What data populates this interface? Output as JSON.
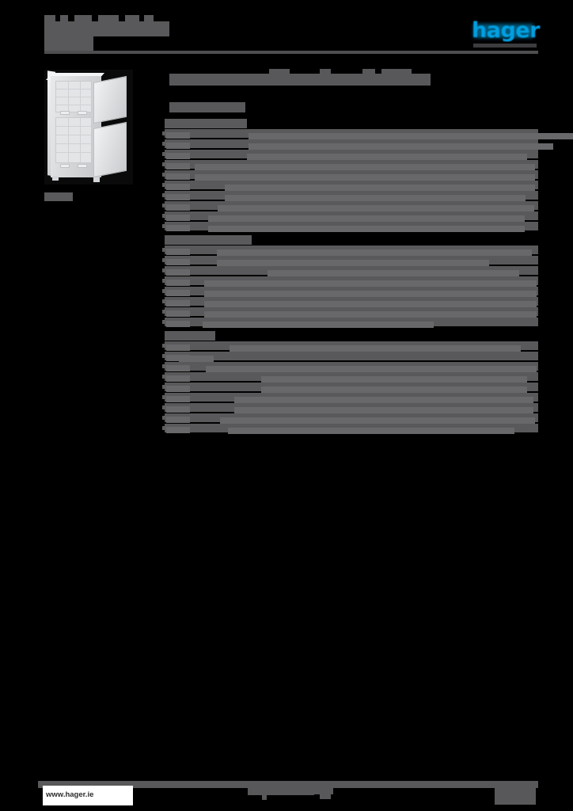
{
  "document": {
    "type": "product-datasheet",
    "brand": "hager",
    "brand_color": "#00a0e1",
    "page_background": "#000000",
    "redaction_color": "#59595b",
    "redacted": true,
    "note_redacted": "All body text on this page is obscured by solid grey redaction blocks; only the hager wordmark and the footer URL remain legible."
  },
  "header": {
    "title_redacted": true,
    "logo_text": "hager",
    "logo_name": "hager-logo",
    "rule_present": true
  },
  "product": {
    "figure_name": "product-photo-enclosure",
    "figure_description": "Grey sheet-steel electrical distribution enclosure shown open, with upper and lower mounting panels and two hinged doors",
    "caption_redacted": true
  },
  "content": {
    "title_redacted": true,
    "subtitle_redacted": true
  },
  "spec_table": {
    "sections": [
      {
        "heading_redacted": true,
        "heading_width": 104,
        "rows": [
          {
            "label_width": 30,
            "value_offset": 106,
            "value_width": 436,
            "height": 11
          },
          {
            "label_width": 30,
            "value_offset": 106,
            "value_width": 385,
            "height": 11
          },
          {
            "label_width": 30,
            "value_offset": 104,
            "value_width": 354,
            "height": 11
          },
          {
            "label_width": 30,
            "value_offset": 38,
            "value_width": 430,
            "height": 11
          },
          {
            "label_width": 30,
            "value_offset": 38,
            "value_width": 430,
            "height": 11
          },
          {
            "label_width": 30,
            "value_offset": 76,
            "value_width": 392,
            "height": 11
          },
          {
            "label_width": 30,
            "value_offset": 76,
            "value_width": 380,
            "height": 11
          },
          {
            "label_width": 30,
            "value_offset": 67,
            "value_width": 400,
            "height": 11
          },
          {
            "label_width": 30,
            "value_offset": 55,
            "value_width": 400,
            "height": 11
          },
          {
            "label_width": 30,
            "value_offset": 55,
            "value_width": 400,
            "height": 11
          }
        ]
      },
      {
        "heading_redacted": true,
        "heading_width": 110,
        "rows": [
          {
            "label_width": 30,
            "value_offset": 66,
            "value_width": 398,
            "height": 11
          },
          {
            "label_width": 30,
            "value_offset": 66,
            "value_width": 344,
            "height": 11
          },
          {
            "label_width": 30,
            "value_offset": 130,
            "value_width": 318,
            "height": 11
          },
          {
            "label_width": 30,
            "value_offset": 50,
            "value_width": 420,
            "height": 11
          },
          {
            "label_width": 30,
            "value_offset": 50,
            "value_width": 420,
            "height": 11
          },
          {
            "label_width": 30,
            "value_offset": 50,
            "value_width": 420,
            "height": 11
          },
          {
            "label_width": 30,
            "value_offset": 50,
            "value_width": 420,
            "height": 11
          },
          {
            "label_width": 30,
            "value_offset": 48,
            "value_width": 292,
            "height": 11
          }
        ]
      },
      {
        "heading_redacted": true,
        "heading_width": 64,
        "rows": [
          {
            "label_width": 30,
            "value_offset": 82,
            "value_width": 368,
            "height": 11
          },
          {
            "label_width": 30,
            "value_offset": 18,
            "value_width": 44,
            "height": 11
          },
          {
            "label_width": 30,
            "value_offset": 52,
            "value_width": 418,
            "height": 11
          },
          {
            "label_width": 30,
            "value_offset": 122,
            "value_width": 336,
            "height": 11
          },
          {
            "label_width": 30,
            "value_offset": 122,
            "value_width": 336,
            "height": 11
          },
          {
            "label_width": 30,
            "value_offset": 88,
            "value_width": 378,
            "height": 11
          },
          {
            "label_width": 30,
            "value_offset": 88,
            "value_width": 378,
            "height": 11
          },
          {
            "label_width": 30,
            "value_offset": 70,
            "value_width": 398,
            "height": 11
          },
          {
            "label_width": 30,
            "value_offset": 80,
            "value_width": 362,
            "height": 11
          }
        ]
      }
    ]
  },
  "footer": {
    "url": "www.hager.ie",
    "center_redacted": true,
    "right_redacted": true,
    "rule_present": true
  }
}
